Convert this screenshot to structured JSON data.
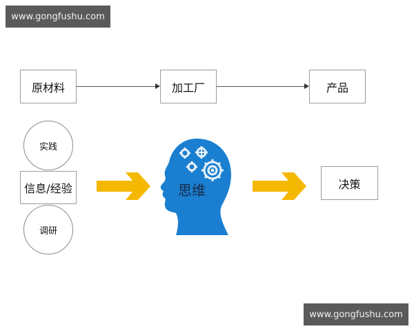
{
  "watermark": {
    "top": "www.gongfushu.com",
    "bottom": "www.gongfushu.com"
  },
  "flow_top": {
    "nodes": [
      {
        "label": "原材料"
      },
      {
        "label": "加工厂"
      },
      {
        "label": "产品"
      }
    ]
  },
  "flow_bottom": {
    "inputs": {
      "circle_top": "实践",
      "box": "信息/经验",
      "circle_bottom": "调研"
    },
    "center": "思维",
    "output": "决策"
  },
  "colors": {
    "arrow": "#f5b800",
    "head": "#1a7fd0",
    "gear": "#e8f2fb",
    "watermark_bg": "#5a5a5a",
    "border": "#9a9a9a"
  },
  "icons": {
    "head": "human-head-with-gears-icon",
    "arrow": "right-arrow-icon"
  }
}
